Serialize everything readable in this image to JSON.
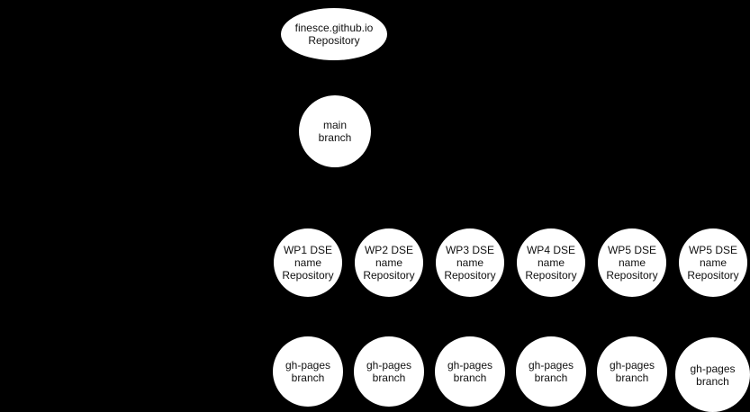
{
  "canvas": {
    "background": "#000000",
    "node_fill": "#ffffff",
    "node_text_color": "#111111"
  },
  "nodes": {
    "root": {
      "lines": [
        "finesce.github.io",
        "Repository"
      ]
    },
    "main": {
      "lines": [
        "main",
        "branch"
      ]
    },
    "repos": [
      {
        "lines": [
          "WP1 DSE",
          "name",
          "Repository"
        ]
      },
      {
        "lines": [
          "WP2 DSE",
          "name",
          "Repository"
        ]
      },
      {
        "lines": [
          "WP3 DSE",
          "name",
          "Repository"
        ]
      },
      {
        "lines": [
          "WP4 DSE",
          "name",
          "Repository"
        ]
      },
      {
        "lines": [
          "WP5 DSE",
          "name",
          "Repository"
        ]
      },
      {
        "lines": [
          "WP5 DSE",
          "name",
          "Repository"
        ]
      }
    ],
    "gh_pages": [
      {
        "lines": [
          "gh-pages",
          "branch"
        ]
      },
      {
        "lines": [
          "gh-pages",
          "branch"
        ]
      },
      {
        "lines": [
          "gh-pages",
          "branch"
        ]
      },
      {
        "lines": [
          "gh-pages",
          "branch"
        ]
      },
      {
        "lines": [
          "gh-pages",
          "branch"
        ]
      },
      {
        "lines": [
          "gh-pages",
          "branch"
        ]
      }
    ]
  }
}
